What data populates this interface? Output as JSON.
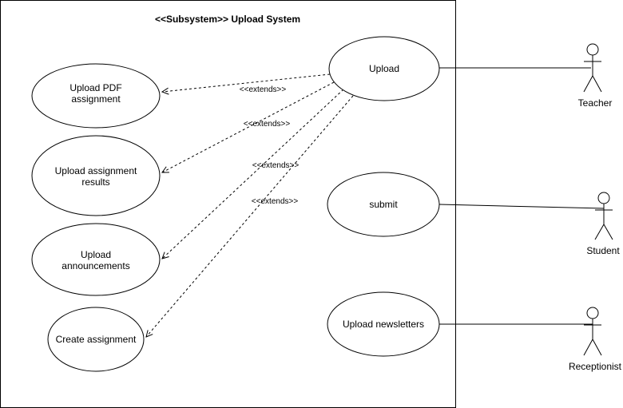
{
  "subsystem": {
    "title": "<<Subsystem>> Upload System"
  },
  "use_cases": {
    "upload": "Upload",
    "upload_pdf_line1": "Upload PDF",
    "upload_pdf_line2": "assignment",
    "upload_results_line1": "Upload assignment",
    "upload_results_line2": "results",
    "upload_ann_line1": "Upload",
    "upload_ann_line2": "announcements",
    "create_assignment": "Create assignment",
    "submit": "submit",
    "upload_newsletters": "Upload newsletters"
  },
  "extends_label": "<<extends>>",
  "actors": {
    "teacher": "Teacher",
    "student": "Student",
    "receptionist": "Receptionist"
  }
}
